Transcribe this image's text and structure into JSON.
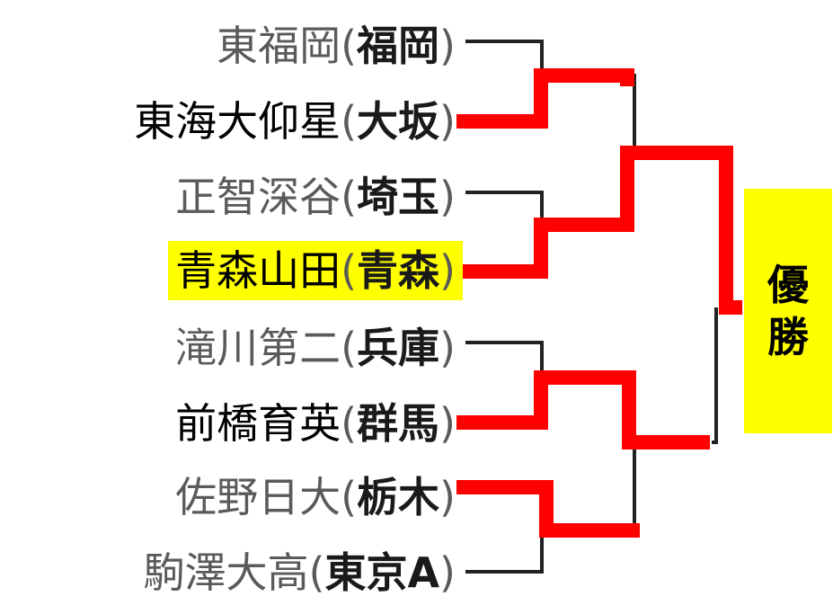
{
  "teams": [
    {
      "name": "東福岡",
      "pref": "福岡",
      "winner_r1": false,
      "highlight": false
    },
    {
      "name": "東海大仰星",
      "pref": "大坂",
      "winner_r1": true,
      "highlight": false
    },
    {
      "name": "正智深谷",
      "pref": "埼玉",
      "winner_r1": false,
      "highlight": false
    },
    {
      "name": "青森山田",
      "pref": "青森",
      "winner_r1": true,
      "highlight": true
    },
    {
      "name": "滝川第二",
      "pref": "兵庫",
      "winner_r1": false,
      "highlight": false
    },
    {
      "name": "前橋育英",
      "pref": "群馬",
      "winner_r1": true,
      "highlight": false
    },
    {
      "name": "佐野日大",
      "pref": "栃木",
      "winner_r1": true,
      "highlight": false
    },
    {
      "name": "駒澤大高",
      "pref": "東京A",
      "winner_r1": false,
      "highlight": false
    }
  ],
  "champion": {
    "label_line1": "優",
    "label_line2": "勝"
  },
  "colors": {
    "winner_line": "#ff0000",
    "loser_line": "#222222",
    "highlight": "#ffff00"
  },
  "punct": {
    "open": "(",
    "close": ")"
  }
}
